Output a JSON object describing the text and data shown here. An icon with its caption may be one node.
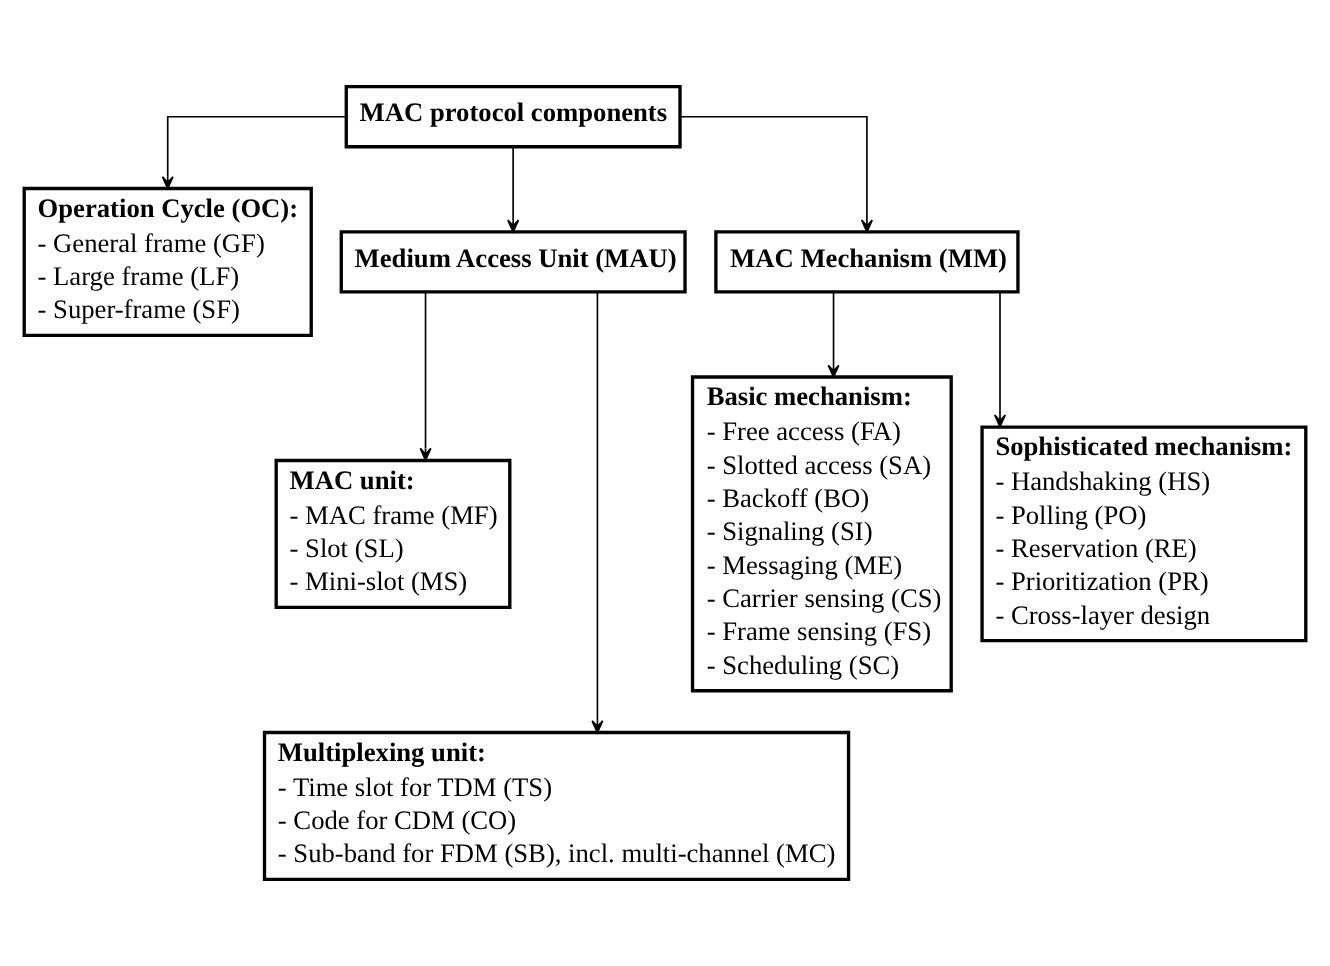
{
  "diagram": {
    "nodes": [
      {
        "text": [
          "MAC protocol components"
        ]
      },
      {
        "text": [
          "Operation Cycle (OC):",
          "- General frame (GF)",
          "- Large frame (LF)",
          "- Super-frame (SF)"
        ]
      },
      {
        "text": [
          "Medium Access Unit (MAU)"
        ]
      },
      {
        "text": [
          "MAC Mechanism (MM)"
        ]
      },
      {
        "text": [
          "Basic mechanism:",
          "- Free access (FA)",
          "- Slotted access (SA)",
          "- Backoff (BO)",
          "- Signaling (SI)",
          "- Messaging (ME)",
          "- Carrier sensing (CS)",
          "- Frame sensing (FS)",
          "- Scheduling (SC)"
        ]
      },
      {
        "text": [
          "Sophisticated mechanism:",
          "- Handshaking (HS)",
          "- Polling (PO)",
          "- Reservation (RE)",
          "- Prioritization (PR)",
          "- Cross-layer design"
        ]
      },
      {
        "text": [
          "MAC unit:",
          "- MAC frame (MF)",
          "- Slot (SL)",
          "- Mini-slot (MS)"
        ]
      },
      {
        "text": [
          "Multiplexing unit:",
          "- Time slot for TDM (TS)",
          "- Code for CDM (CO)",
          "- Sub-band for FDM (SB), incl. multi-channel (MC)"
        ]
      }
    ],
    "edges": [
      {
        "from": 0,
        "to": 1,
        "arrow": "to"
      },
      {
        "from": 0,
        "to": 2,
        "arrow": "to"
      },
      {
        "from": 0,
        "to": 3,
        "arrow": "to"
      },
      {
        "from": 3,
        "to": 4,
        "arrow": "to"
      },
      {
        "from": 3,
        "to": 5,
        "arrow": "to"
      },
      {
        "from": 2,
        "to": 6,
        "arrow": "to"
      },
      {
        "from": 2,
        "to": 7,
        "arrow": "to"
      }
    ]
  }
}
